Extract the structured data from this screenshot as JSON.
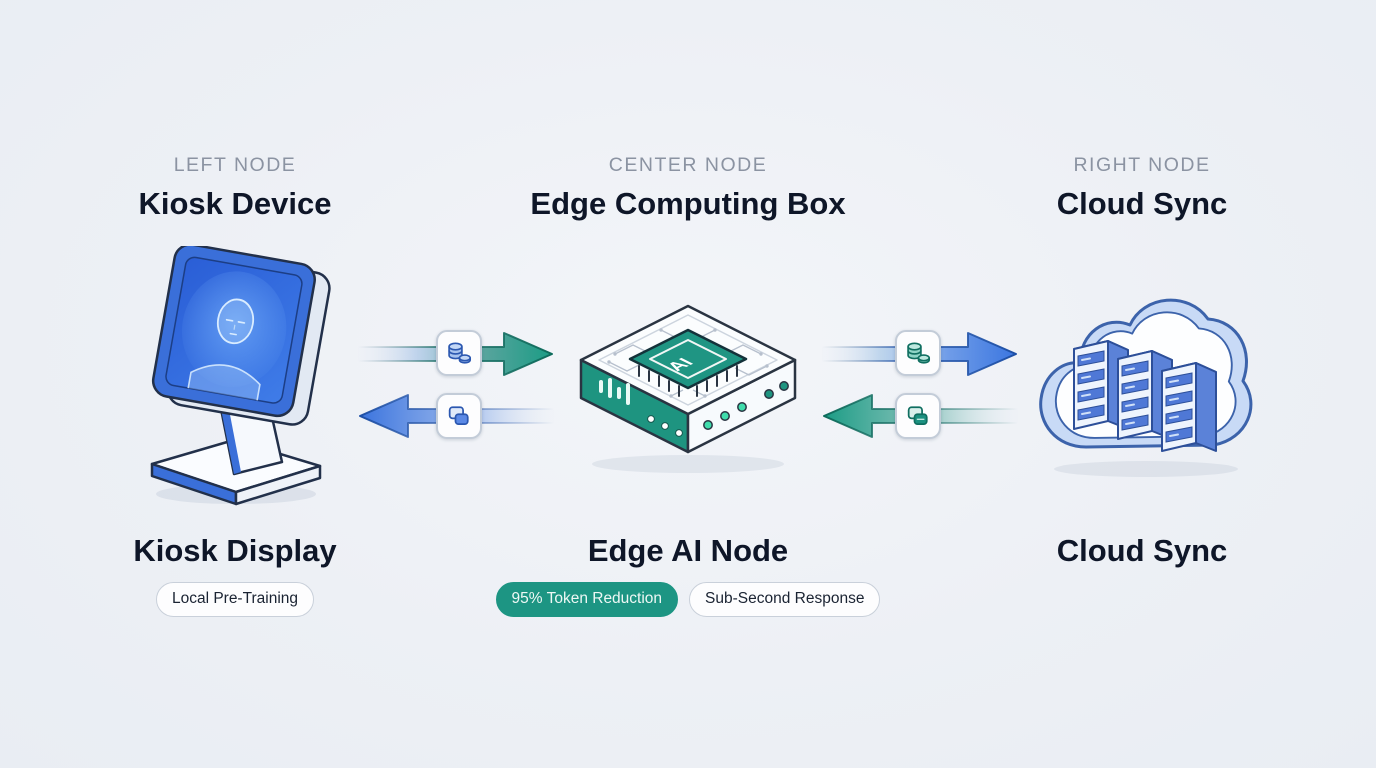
{
  "colors": {
    "teal": "#1d9583",
    "blue": "#3b74de",
    "ink": "#0e1628",
    "muted": "#8b93a2",
    "background": "#edf0f5"
  },
  "columns": {
    "left": {
      "eyebrow": "LEFT NODE",
      "title": "Kiosk Device",
      "caption": "Kiosk Display",
      "illustration": "kiosk-with-face-screen",
      "badges": [
        {
          "label": "Local Pre-Training",
          "style": "outline"
        }
      ]
    },
    "center": {
      "eyebrow": "CENTER NODE",
      "title": "Edge Computing Box",
      "caption": "Edge AI Node",
      "illustration": "isometric-edge-ai-box",
      "chip_label": "AI",
      "badges": [
        {
          "label": "95% Token Reduction",
          "style": "solid"
        },
        {
          "label": "Sub-Second Response",
          "style": "outline"
        }
      ]
    },
    "right": {
      "eyebrow": "RIGHT NODE",
      "title": "Cloud Sync",
      "caption": "Cloud Sync",
      "illustration": "cloud-with-server-racks",
      "badges": []
    }
  },
  "flows": {
    "kiosk_to_edge": {
      "direction": "right",
      "color": "teal",
      "icon": "database-icon"
    },
    "edge_to_kiosk": {
      "direction": "left",
      "color": "blue",
      "icon": "copy-icon"
    },
    "edge_to_cloud": {
      "direction": "right",
      "color": "blue",
      "icon": "database-icon"
    },
    "cloud_to_edge": {
      "direction": "left",
      "color": "teal",
      "icon": "copy-icon"
    }
  }
}
